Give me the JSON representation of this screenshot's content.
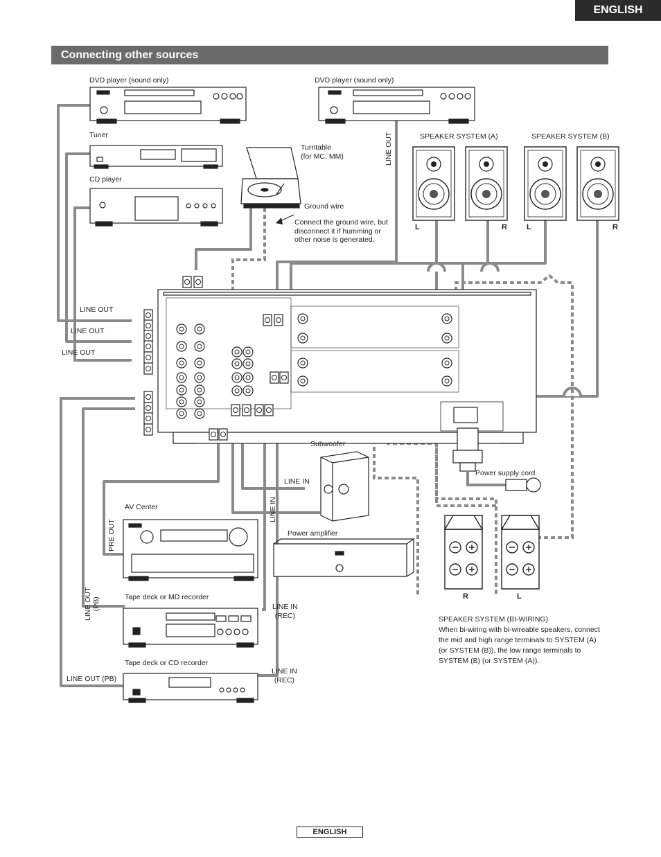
{
  "header": {
    "language_tab": "ENGLISH",
    "section_title": "Connecting other sources"
  },
  "devices": {
    "dvd_left": "DVD player (sound only)",
    "dvd_right": "DVD player (sound only)",
    "tuner": "Tuner",
    "cd_player": "CD player",
    "turntable": "Turntable\n(for MC, MM)",
    "ground_wire": "Ground wire",
    "ground_note": "Connect the ground wire, but disconnect it if humming or other noise is generated.",
    "speaker_a": "SPEAKER SYSTEM (A)",
    "speaker_b": "SPEAKER SYSTEM (B)",
    "subwoofer": "Subwoofer",
    "power_amp": "Power amplifier",
    "av_center": "AV Center",
    "tape_md": "Tape deck or MD recorder",
    "tape_cd": "Tape deck or CD recorder",
    "power_cord": "Power supply cord"
  },
  "connections": {
    "line_out_1": "LINE OUT",
    "line_out_2": "LINE OUT",
    "line_out_3": "LINE OUT",
    "line_out_dvd_right": "LINE OUT",
    "line_in_sub": "LINE IN",
    "line_in_amp": "LINE IN",
    "pre_out": "PRE OUT",
    "line_out_pb_1": "LINE OUT\n(PB)",
    "line_in_rec_1": "LINE IN\n(REC)",
    "line_out_pb_2": "LINE OUT (PB)",
    "line_in_rec_2": "LINE IN\n(REC)"
  },
  "speaker_markers": {
    "a_left": "L",
    "a_right": "R",
    "b_left": "L",
    "b_right": "R",
    "bi_r": "R",
    "bi_l": "L"
  },
  "biwiring": {
    "title": "SPEAKER SYSTEM (BI-WIRING)",
    "note": "When bi-wiring with bi-wireable speakers, connect the mid and high range terminals to SYSTEM (A) (or SYSTEM (B)), the low range terminals to SYSTEM (B) (or SYSTEM (A))."
  },
  "footer": {
    "language": "ENGLISH"
  }
}
